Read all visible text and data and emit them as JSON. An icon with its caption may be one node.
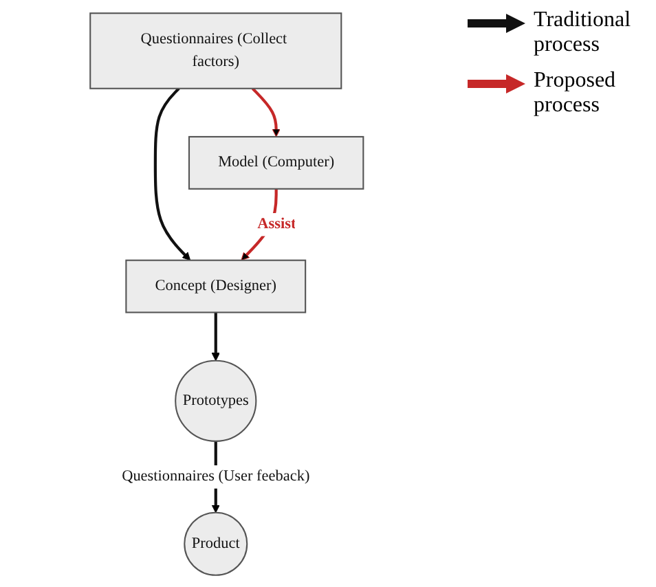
{
  "diagram": {
    "nodes": [
      {
        "text": [
          "Questionnaires (Collect factors)"
        ]
      },
      {
        "text": [
          "Concept (Designer)"
        ]
      },
      {
        "text": [
          "Model (Computer)"
        ]
      },
      {
        "text": [
          "Prototypes"
        ]
      },
      {
        "text": [
          "Product"
        ]
      }
    ],
    "edges": [
      {
        "from": 0,
        "to": 1,
        "arrow": "to"
      },
      {
        "from": 0,
        "to": 2,
        "arrow": "to",
        "color": "#c62828"
      },
      {
        "from": 2,
        "to": 1,
        "arrow": "to",
        "color": "#c62828",
        "label": "Assist"
      },
      {
        "from": 1,
        "to": 3,
        "arrow": "to"
      },
      {
        "from": 3,
        "to": 4,
        "arrow": "to",
        "label": "Questionnaires (User feeback)"
      }
    ],
    "legend": [
      {
        "text": "Traditional process"
      },
      {
        "text": "Proposed process"
      }
    ]
  }
}
